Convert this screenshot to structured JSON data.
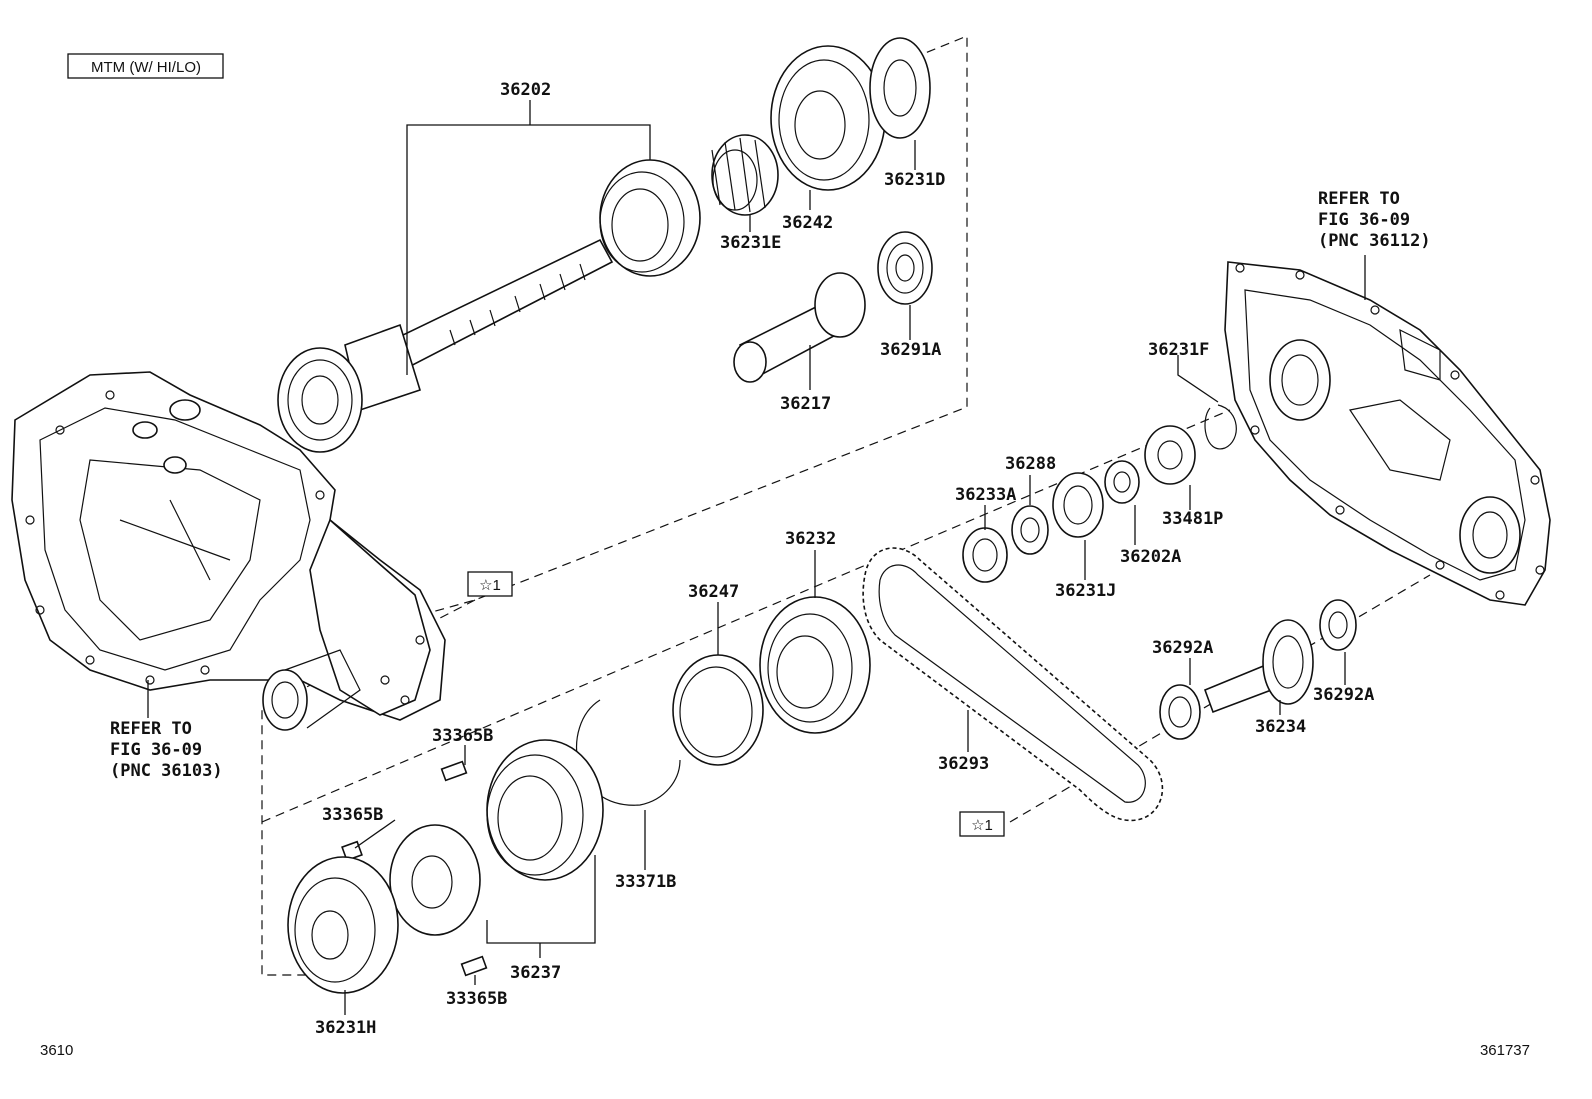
{
  "header": {
    "variant_label": "MTM (W/ HI/LO)"
  },
  "callouts": [
    {
      "id": "36202",
      "text": "36202"
    },
    {
      "id": "36231D",
      "text": "36231D"
    },
    {
      "id": "36242",
      "text": "36242"
    },
    {
      "id": "36231E",
      "text": "36231E"
    },
    {
      "id": "36291A",
      "text": "36291A"
    },
    {
      "id": "36217",
      "text": "36217"
    },
    {
      "id": "36231F",
      "text": "36231F"
    },
    {
      "id": "36288",
      "text": "36288"
    },
    {
      "id": "36233A",
      "text": "36233A"
    },
    {
      "id": "33481P",
      "text": "33481P"
    },
    {
      "id": "36202A",
      "text": "36202A"
    },
    {
      "id": "36231J",
      "text": "36231J"
    },
    {
      "id": "36232",
      "text": "36232"
    },
    {
      "id": "36247",
      "text": "36247"
    },
    {
      "id": "36292A_top",
      "text": "36292A"
    },
    {
      "id": "36292A_bot",
      "text": "36292A"
    },
    {
      "id": "36234",
      "text": "36234"
    },
    {
      "id": "36293",
      "text": "36293"
    },
    {
      "id": "33365B_a",
      "text": "33365B"
    },
    {
      "id": "33365B_b",
      "text": "33365B"
    },
    {
      "id": "33365B_c",
      "text": "33365B"
    },
    {
      "id": "33371B",
      "text": "33371B"
    },
    {
      "id": "36237",
      "text": "36237"
    },
    {
      "id": "36231H",
      "text": "36231H"
    }
  ],
  "references": {
    "left": {
      "line1": "REFER TO",
      "line2": "FIG 36-09",
      "line3": "(PNC 36103)"
    },
    "right": {
      "line1": "REFER TO",
      "line2": "FIG 36-09",
      "line3": "(PNC 36112)"
    }
  },
  "star_markers": [
    {
      "text": "☆1"
    },
    {
      "text": "☆1"
    }
  ],
  "footer": {
    "page_code": "3610",
    "figure_id": "361737"
  }
}
